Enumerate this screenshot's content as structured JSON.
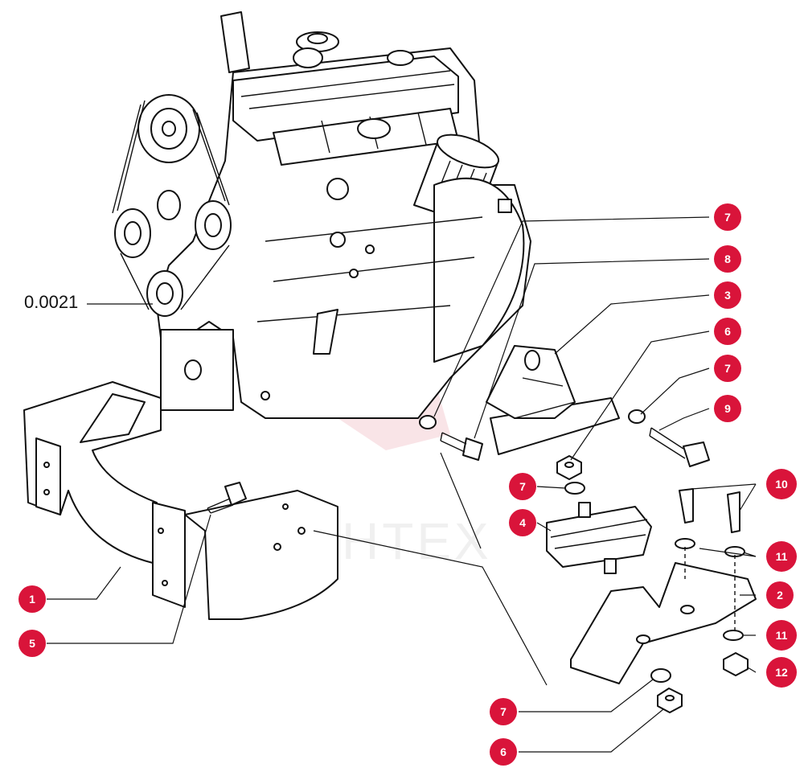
{
  "diagram": {
    "reference_code": "0.0021",
    "watermark_text": "ИНТЕХ",
    "callout_color": "#d9143a",
    "callouts": [
      {
        "id": "c7a",
        "label": "7"
      },
      {
        "id": "c8",
        "label": "8"
      },
      {
        "id": "c3",
        "label": "3"
      },
      {
        "id": "c6a",
        "label": "6"
      },
      {
        "id": "c7b",
        "label": "7"
      },
      {
        "id": "c9",
        "label": "9"
      },
      {
        "id": "c7c",
        "label": "7"
      },
      {
        "id": "c10",
        "label": "10"
      },
      {
        "id": "c4",
        "label": "4"
      },
      {
        "id": "c11a",
        "label": "11"
      },
      {
        "id": "c2",
        "label": "2"
      },
      {
        "id": "c1",
        "label": "1"
      },
      {
        "id": "c11b",
        "label": "11"
      },
      {
        "id": "c5",
        "label": "5"
      },
      {
        "id": "c12",
        "label": "12"
      },
      {
        "id": "c7d",
        "label": "7"
      },
      {
        "id": "c6b",
        "label": "6"
      }
    ]
  }
}
